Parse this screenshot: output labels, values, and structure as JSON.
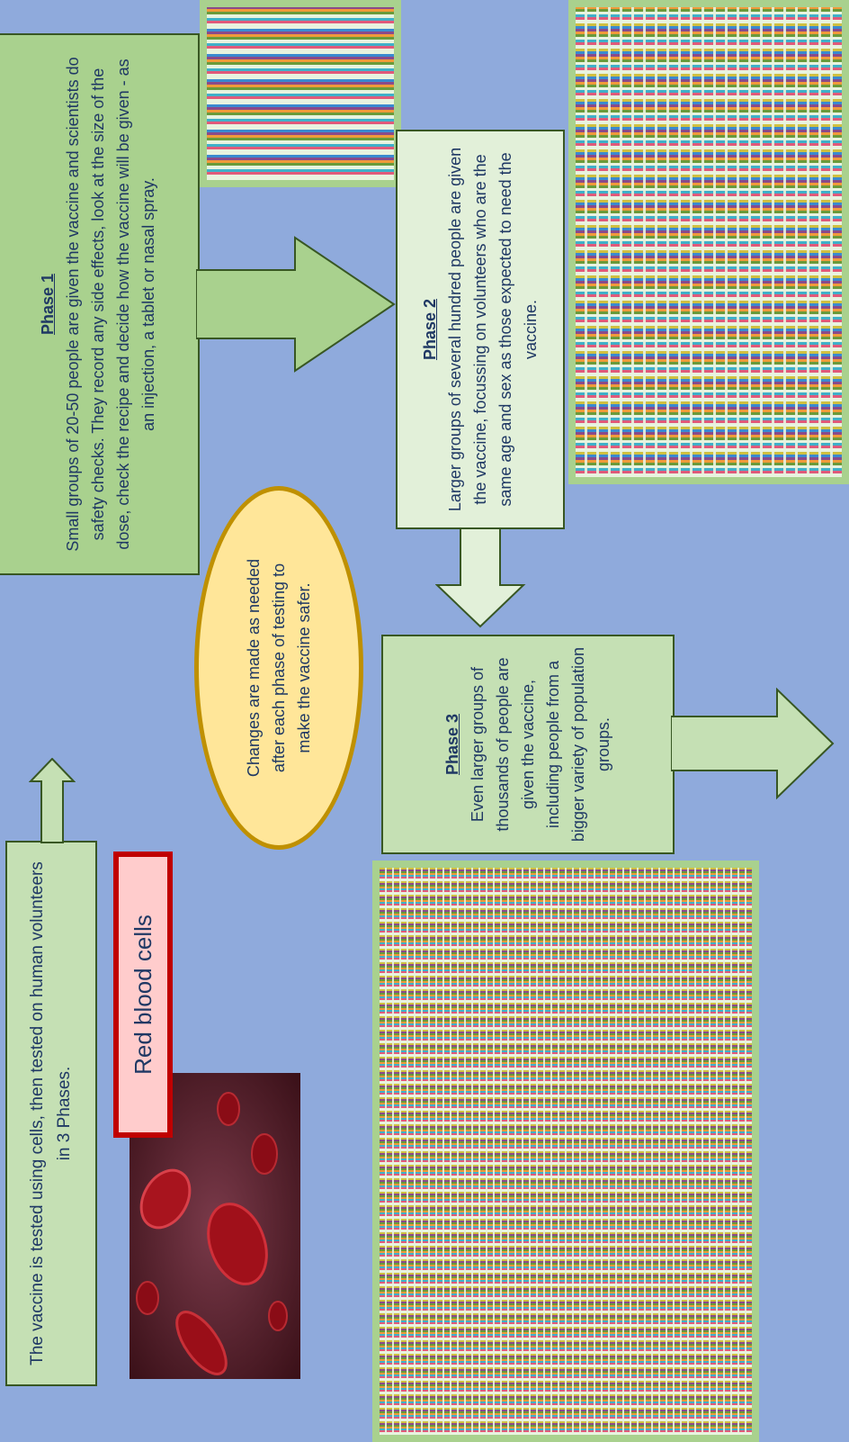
{
  "intro": {
    "text": "The vaccine is tested using cells, then tested on human volunteers in 3 Phases."
  },
  "red_label": {
    "text": "Red blood cells"
  },
  "phase1": {
    "title": "Phase 1",
    "text": "Small groups of 20-50 people are given the vaccine and scientists do safety checks. They record any side effects, look at the size of the dose, check the recipe and decide how the vaccine will be given - as an injection, a tablet or nasal spray."
  },
  "phase2": {
    "title": "Phase 2",
    "text": "Larger groups of several hundred people are given the vaccine, focussing on volunteers who are the same age and sex as those expected to need the vaccine."
  },
  "phase3": {
    "title": "Phase 3",
    "text": "Even larger groups of thousands of people are given the vaccine, including people from a bigger variety of population groups."
  },
  "changes": {
    "text": "Changes are made as needed after each phase of testing to make the vaccine safer."
  },
  "colors": {
    "background": "#8faadc",
    "green": "#a9d18e",
    "light_green": "#c5e0b4",
    "pale_green": "#e2f0d9",
    "oval_fill": "#ffe699",
    "oval_border": "#bf9000",
    "red_border": "#c00000",
    "label_fill": "#ffcccc"
  }
}
